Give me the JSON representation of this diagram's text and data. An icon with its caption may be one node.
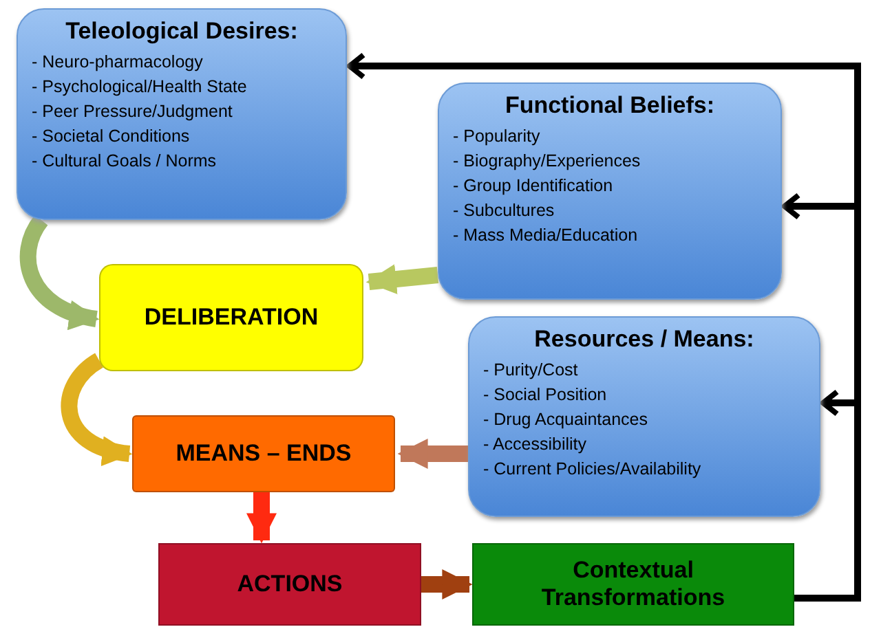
{
  "diagram": {
    "nodes": [
      {
        "text": [
          "Teleological Desires:",
          "- Neuro-pharmacology",
          "- Psychological/Health State",
          "- Peer Pressure/Judgment",
          "- Societal Conditions",
          "- Cultural Goals / Norms"
        ]
      },
      {
        "text": [
          "Functional Beliefs:",
          "- Popularity",
          "- Biography/Experiences",
          "- Group Identification",
          "- Subcultures",
          "- Mass Media/Education"
        ]
      },
      {
        "text": [
          "Resources / Means:",
          "- Purity/Cost",
          "- Social Position",
          "- Drug Acquaintances",
          "- Accessibility",
          "- Current Policies/Availability"
        ]
      },
      {
        "text": [
          "DELIBERATION"
        ]
      },
      {
        "text": [
          "MEANS – ENDS"
        ]
      },
      {
        "text": [
          "ACTIONS"
        ]
      },
      {
        "text": [
          "Contextual Transformations"
        ]
      }
    ],
    "edges": [
      {
        "from": 0,
        "to": 3,
        "arrow": "to",
        "color": "#9db86a"
      },
      {
        "from": 1,
        "to": 3,
        "arrow": "to",
        "color": "#b8c860"
      },
      {
        "from": 3,
        "to": 4,
        "arrow": "to",
        "color": "#e0b020"
      },
      {
        "from": 2,
        "to": 4,
        "arrow": "to",
        "color": "#c0785a"
      },
      {
        "from": 4,
        "to": 5,
        "arrow": "to",
        "color": "#ff2a10"
      },
      {
        "from": 5,
        "to": 6,
        "arrow": "to",
        "color": "#a04010"
      },
      {
        "from": 6,
        "to": 0,
        "arrow": "to",
        "color": "#000000"
      },
      {
        "from": 6,
        "to": 1,
        "arrow": "to",
        "color": "#000000"
      },
      {
        "from": 6,
        "to": 2,
        "arrow": "to",
        "color": "#000000"
      }
    ]
  }
}
